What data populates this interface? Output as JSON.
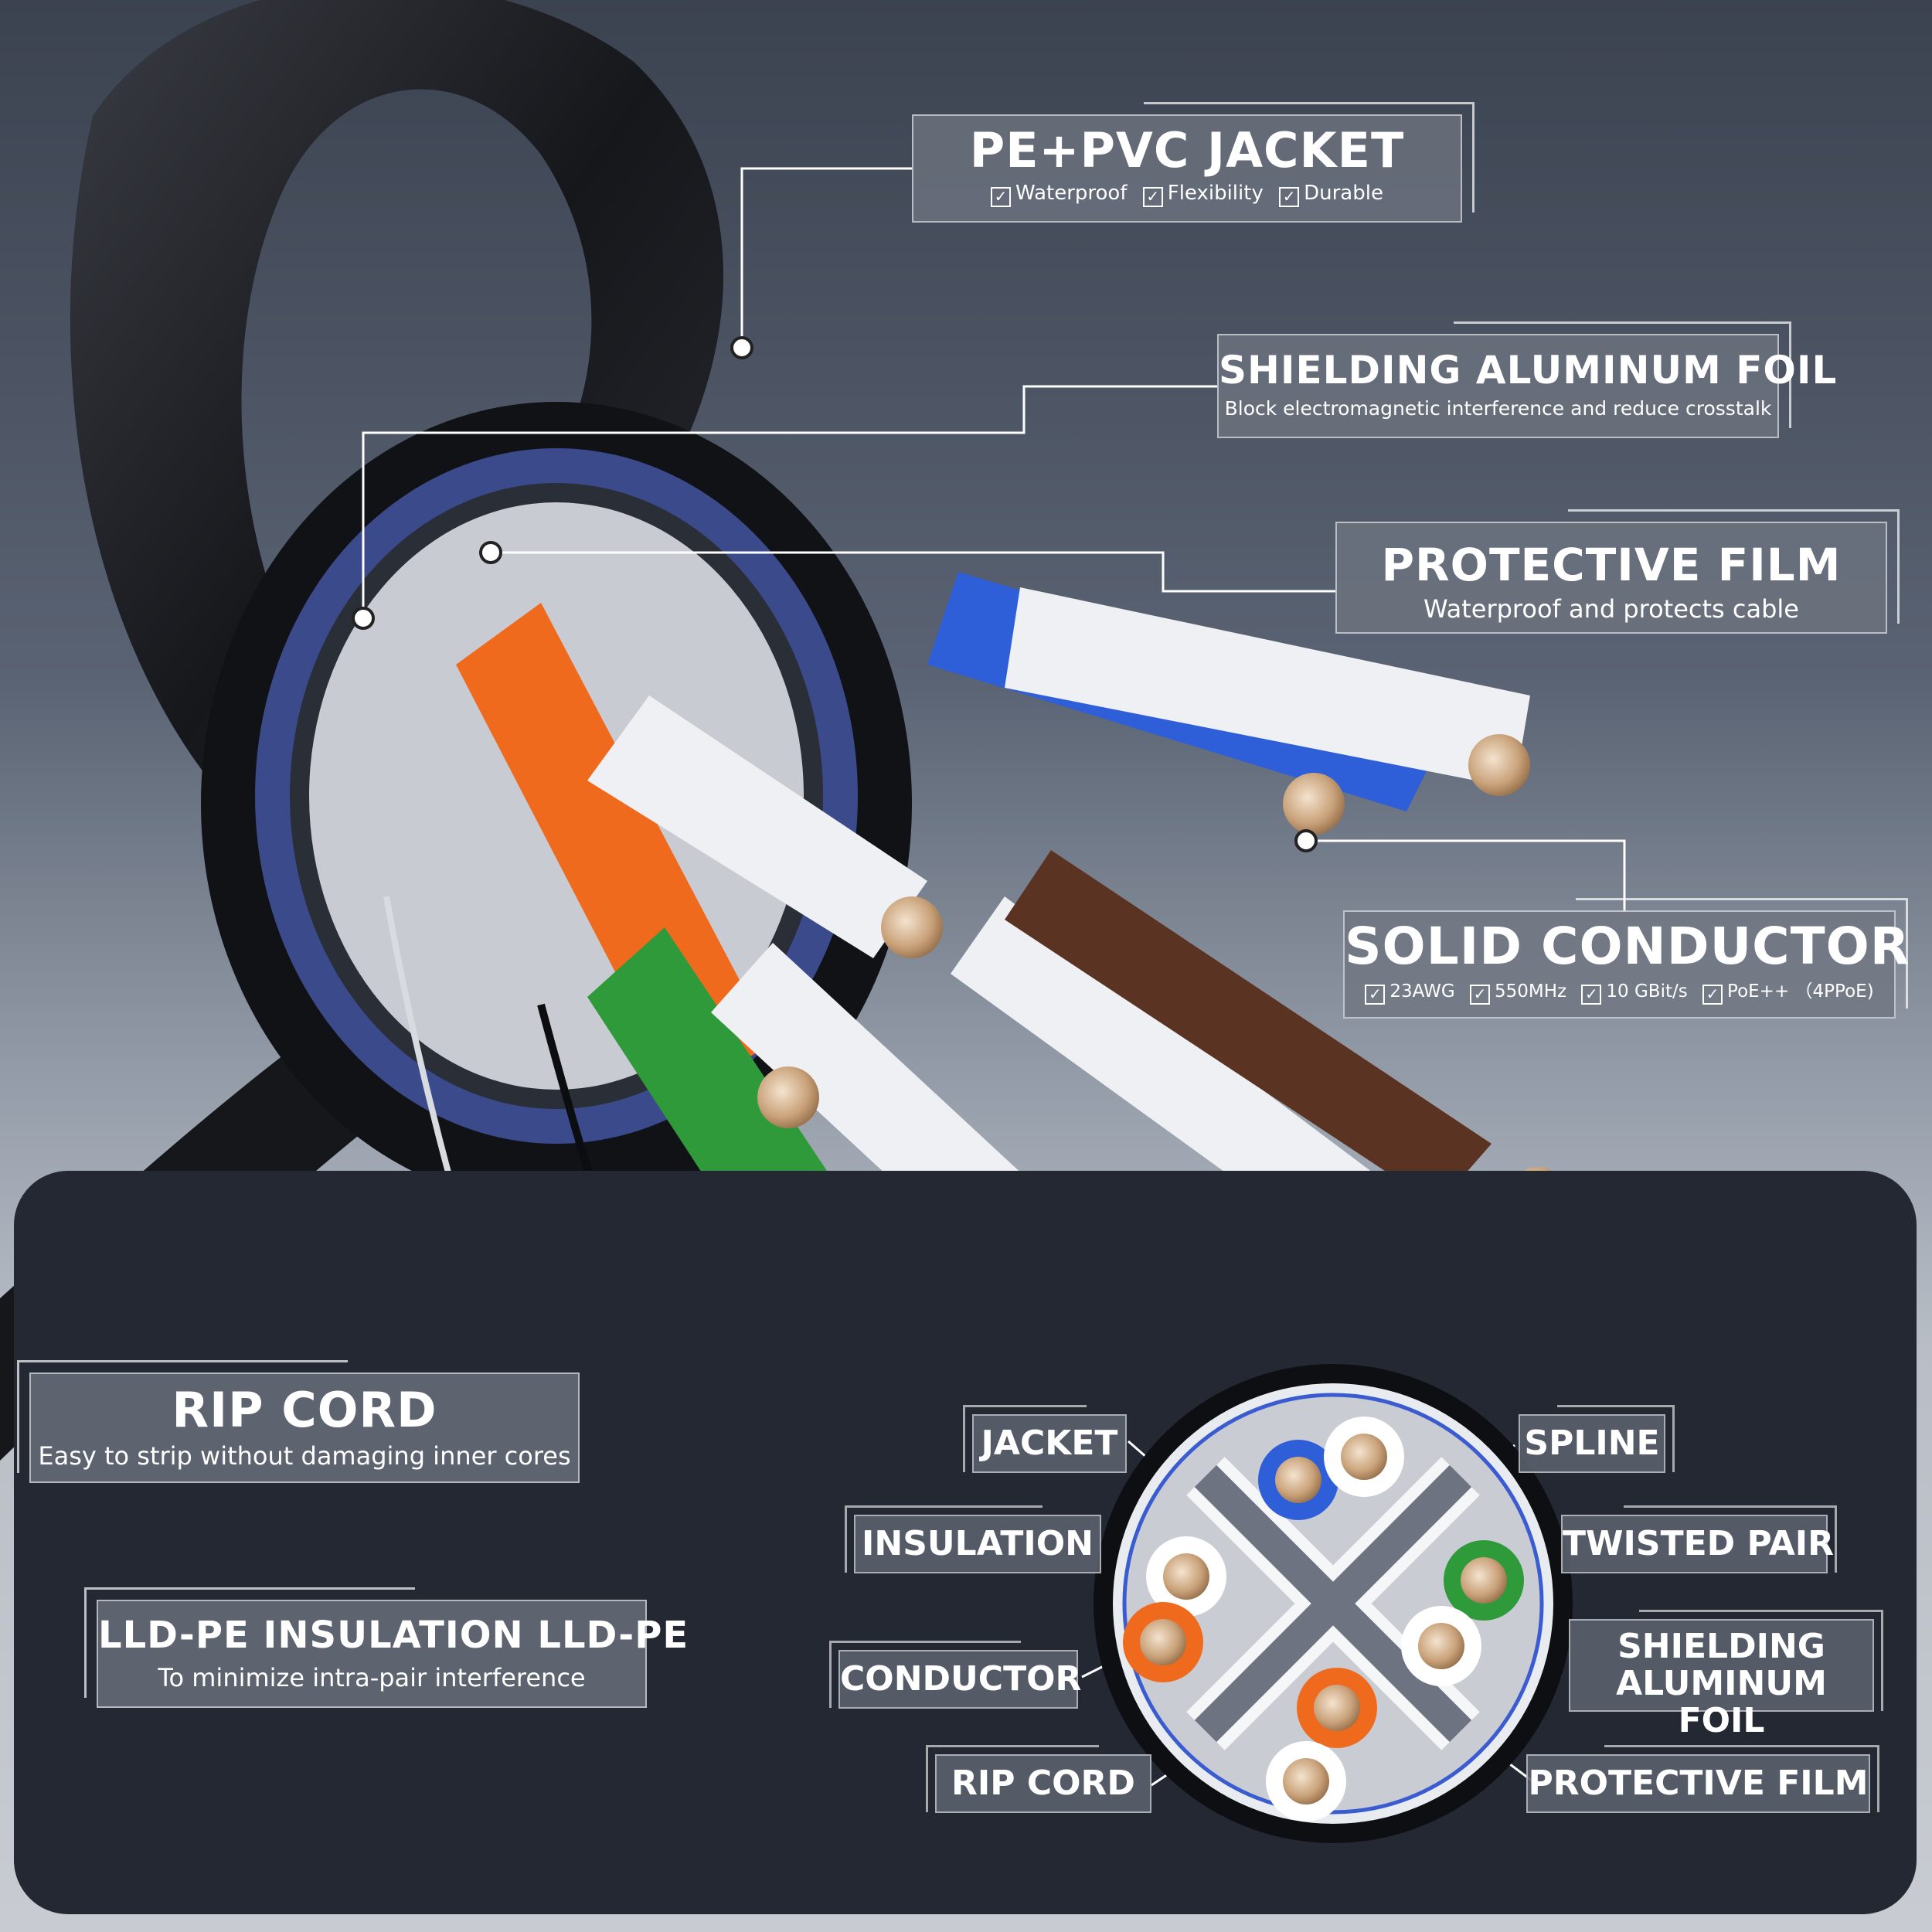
{
  "callouts": {
    "jacket": {
      "title": "PE+PVC JACKET",
      "features": [
        "Waterproof",
        "Flexibility",
        "Durable"
      ]
    },
    "foil": {
      "title": "SHIELDING ALUMINUM FOIL",
      "subtitle": "Block electromagnetic interference and reduce crosstalk"
    },
    "film": {
      "title": "PROTECTIVE FILM",
      "subtitle": "Waterproof and protects cable"
    },
    "conductor": {
      "title": "SOLID CONDUCTOR",
      "features": [
        "23AWG",
        "550MHz",
        "10 GBit/s",
        "PoE++ （4PPoE)"
      ]
    },
    "ripcord": {
      "title": "RIP CORD",
      "subtitle": "Easy to strip without damaging inner cores"
    },
    "lldpe": {
      "title": "LLD-PE INSULATION LLD-PE",
      "subtitle": "To minimize intra-pair interference"
    }
  },
  "cross_section": {
    "left_labels": [
      "JACKET",
      "INSULATION",
      "CONDUCTOR",
      "RIP CORD"
    ],
    "right_labels": [
      "SPLINE",
      "TWISTED PAIR",
      "SHIELDING ALUMINUM FOIL",
      "PROTECTIVE FILM"
    ]
  },
  "check_glyph": "✓",
  "colors": {
    "blue": "#2f5fd8",
    "orange": "#f06a1e",
    "green": "#2f9a3a",
    "brown": "#5a3322",
    "copper": "#c9a27a",
    "jacket": "#1b1d22"
  }
}
